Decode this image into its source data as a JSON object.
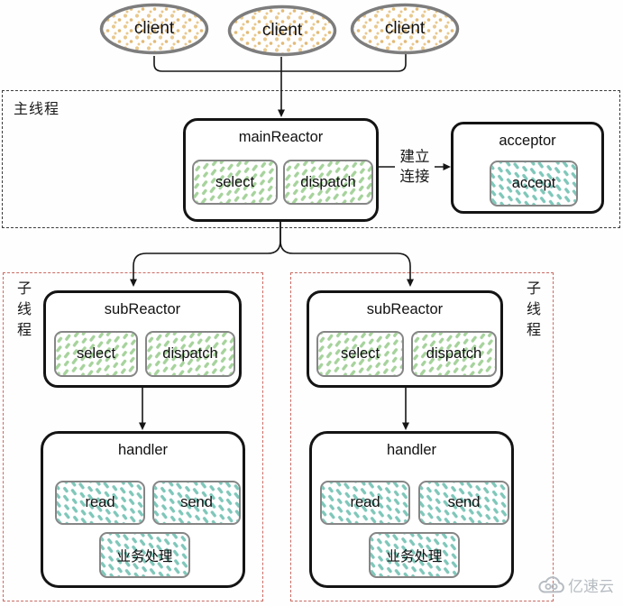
{
  "clients": [
    {
      "label": "client"
    },
    {
      "label": "client"
    },
    {
      "label": "client"
    }
  ],
  "main_thread": {
    "region_label": "主线程",
    "main_reactor": {
      "title": "mainReactor",
      "select": "select",
      "dispatch": "dispatch"
    },
    "connection_arrow": {
      "line1": "建立",
      "line2": "连接"
    },
    "acceptor": {
      "title": "acceptor",
      "accept": "accept"
    }
  },
  "sub_threads": [
    {
      "region_label": "子线程",
      "sub_reactor": {
        "title": "subReactor",
        "select": "select",
        "dispatch": "dispatch"
      },
      "handler": {
        "title": "handler",
        "read": "read",
        "send": "send",
        "business": "业务处理"
      }
    },
    {
      "region_label": "子线程",
      "sub_reactor": {
        "title": "subReactor",
        "select": "select",
        "dispatch": "dispatch"
      },
      "handler": {
        "title": "handler",
        "read": "read",
        "send": "send",
        "business": "业务处理"
      }
    }
  ],
  "watermark": {
    "brand": "亿速云"
  },
  "colors": {
    "green_hatch": "#a6d39c",
    "teal_hatch": "#7fc7ba",
    "client_dot": "#e9c98f",
    "client_dot_alt": "#e2ba77",
    "line_black": "#151515",
    "sub_region_red": "#c96b63",
    "watermark_gray": "#b6bcc2"
  }
}
